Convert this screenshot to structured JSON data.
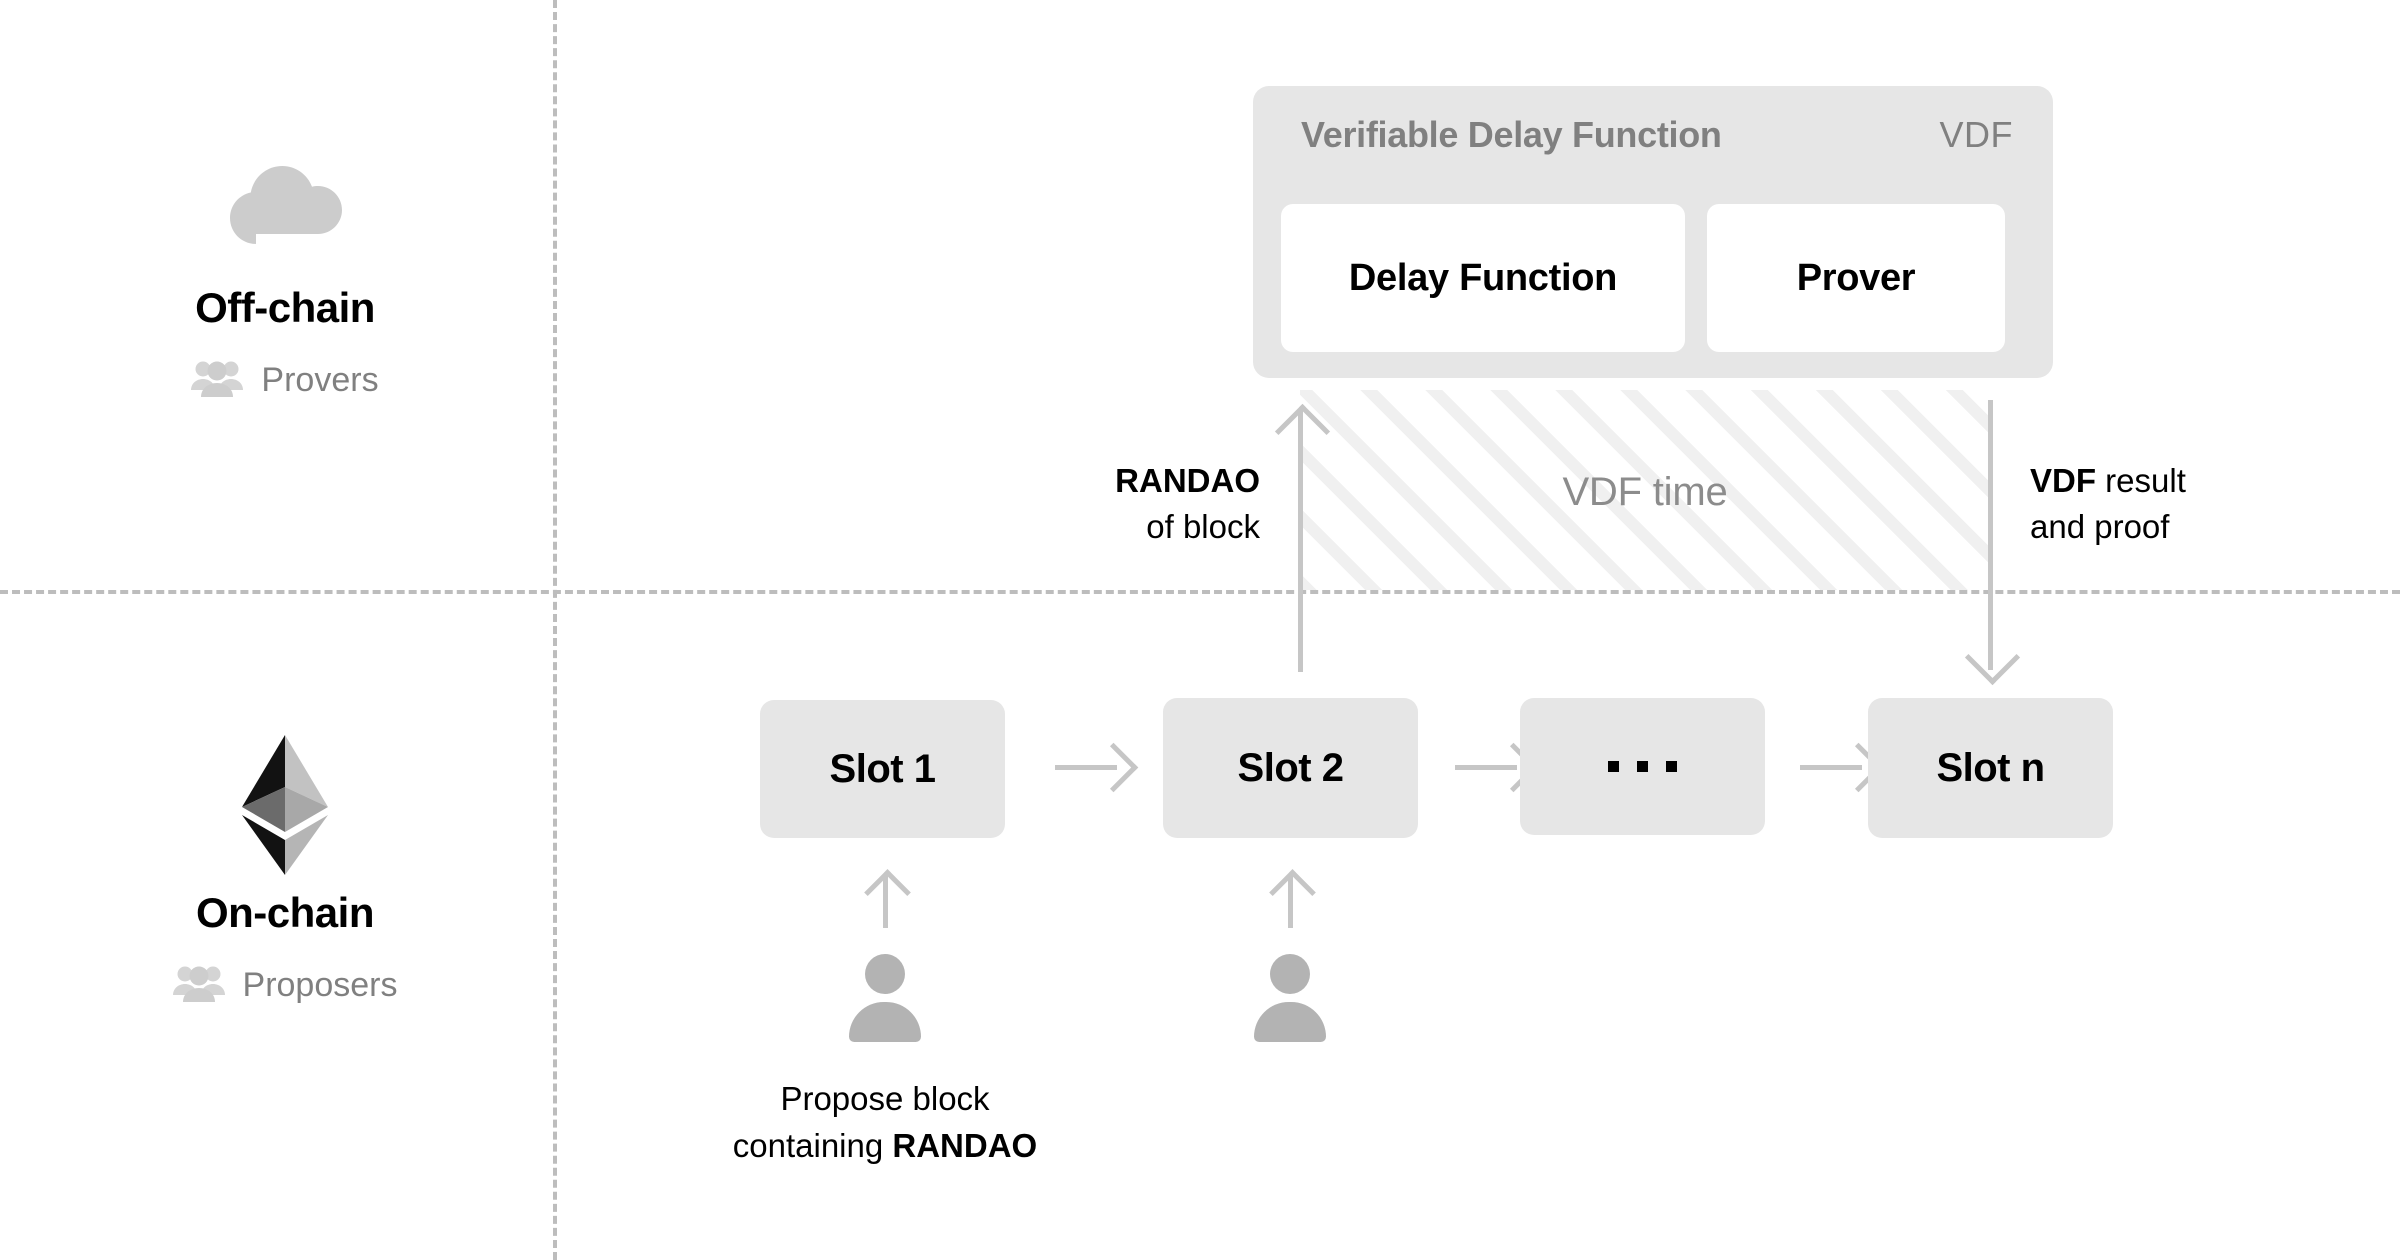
{
  "legend": {
    "offchain": {
      "icon": "cloud-icon",
      "title": "Off-chain",
      "actors_icon": "people-icon",
      "actors": "Provers"
    },
    "onchain": {
      "icon": "ethereum-logo-icon",
      "title": "On-chain",
      "actors_icon": "people-icon",
      "actors": "Proposers"
    }
  },
  "vdf_panel": {
    "title": "Verifiable Delay Function",
    "abbr": "VDF",
    "cards": [
      {
        "label": "Delay Function"
      },
      {
        "label": "Prover"
      }
    ]
  },
  "vdf_time": {
    "label": "VDF time"
  },
  "flows": {
    "randao_up": {
      "line1_bold": "RANDAO",
      "line2": "of block",
      "arrow_icon": "arrow-up-icon"
    },
    "vdf_result_down": {
      "line1_bold": "VDF",
      "line1_rest": " result",
      "line2": "and proof",
      "arrow_icon": "arrow-down-icon"
    }
  },
  "chain": {
    "slots": [
      {
        "label": "Slot 1",
        "kind": "slot"
      },
      {
        "label": "Slot 2",
        "kind": "slot"
      },
      {
        "label": "...",
        "kind": "ellipsis"
      },
      {
        "label": "Slot n",
        "kind": "slot"
      }
    ],
    "arrow_icon": "arrow-right-icon"
  },
  "proposers": [
    {
      "icon": "person-icon",
      "arrow_icon": "arrow-up-icon"
    },
    {
      "icon": "person-icon",
      "arrow_icon": "arrow-up-icon"
    }
  ],
  "propose_caption": {
    "line1": "Propose block",
    "line2_prefix": "containing ",
    "line2_bold": "RANDAO"
  },
  "colors": {
    "panel_gray": "#e6e6e6",
    "text_gray": "#808080",
    "arrow_gray": "#c6c6c6",
    "hatch_gray": "#f0f0f0",
    "divider_gray": "#bdbdbd",
    "icon_gray": "#b3b3b3",
    "black": "#000000",
    "white": "#ffffff"
  }
}
